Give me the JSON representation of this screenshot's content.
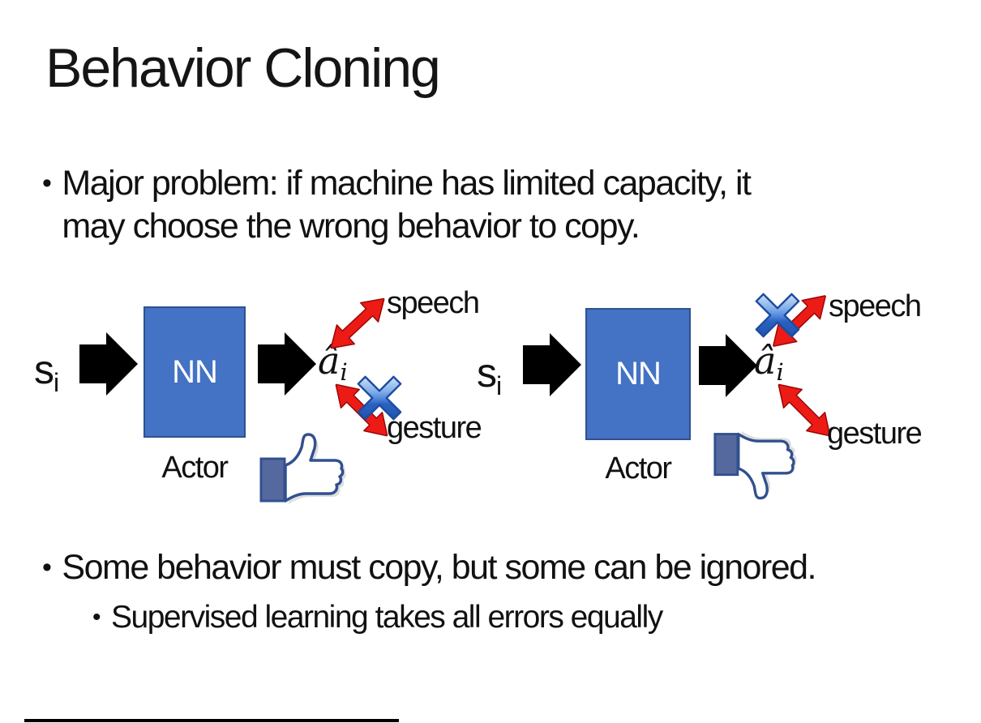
{
  "slide": {
    "title": "Behavior Cloning",
    "bullet_glyph": "•",
    "bullets": {
      "major": {
        "line1": "Major problem: if machine has limited capacity, it",
        "line2": "may choose the wrong behavior to copy."
      },
      "ignore": {
        "text": "Some behavior must copy, but some can be ignored."
      },
      "supervised": {
        "text": "Supervised learning takes all errors equally"
      }
    }
  },
  "diagram": {
    "input_symbol": "s",
    "input_subscript": "i",
    "nn_label": "NN",
    "actor_label": "Actor",
    "output_symbol": "â",
    "output_subscript": "i",
    "speech_label": "speech",
    "gesture_label": "gesture",
    "left": {
      "feedback_icon": "thumbs-up-icon",
      "crossed_branch": "gesture"
    },
    "right": {
      "feedback_icon": "thumbs-down-icon",
      "crossed_branch": "speech"
    }
  },
  "colors": {
    "text": "#111111",
    "blue-box": "#4472C4",
    "blue-box-border": "#2F528F",
    "red": "#EC1B16",
    "red-dark": "#9B0606",
    "navy": "#32508F",
    "cuff": "#56699F",
    "x-light": "#E3EFFB",
    "x-mid": "#7FACE8",
    "x-deep": "#2A62C2",
    "shadow": "#D9D9D9"
  }
}
